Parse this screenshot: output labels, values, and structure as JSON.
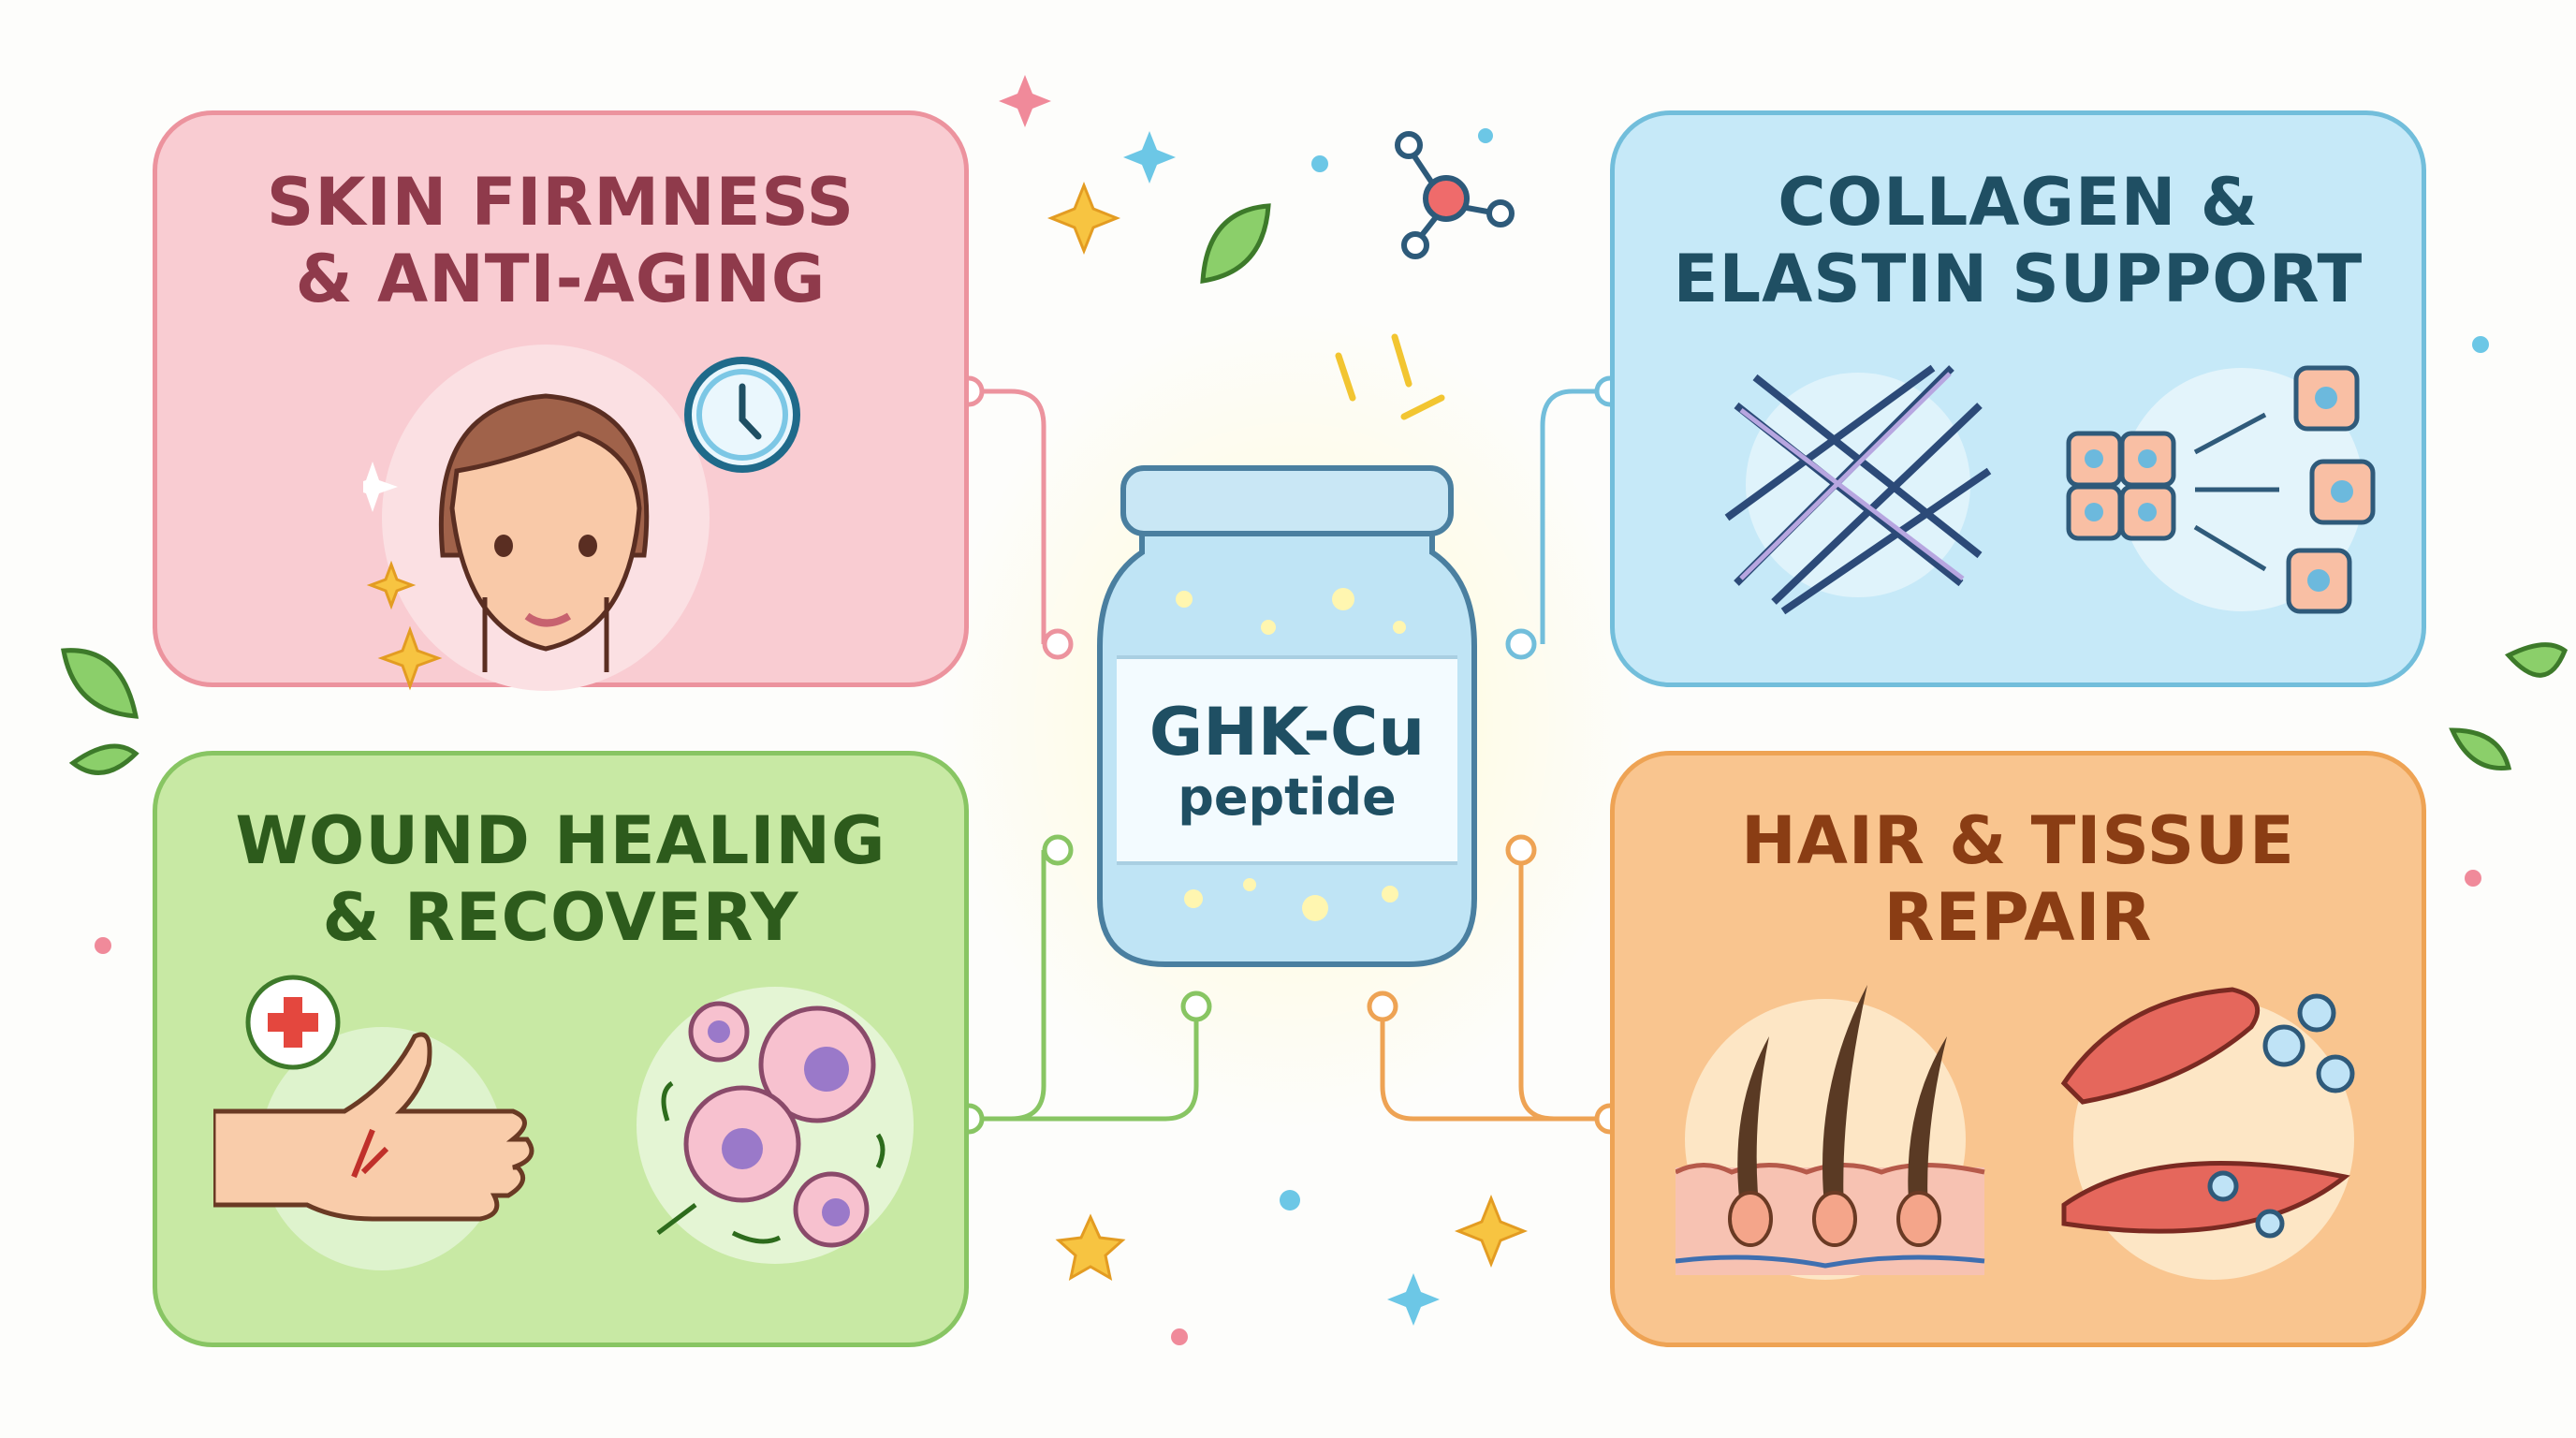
{
  "center": {
    "name": "GHK-Cu",
    "subtitle": "peptide",
    "icon": "jar-icon"
  },
  "cards": {
    "skin": {
      "title_line1": "SKIN FIRMNESS",
      "title_line2": "& ANTI-AGING",
      "icons": [
        "face-icon",
        "clock-icon",
        "sparkle-icon"
      ],
      "fill": "#f9ccd2",
      "border": "#ec939e",
      "text": "#8f3a4b"
    },
    "collagen": {
      "title_line1": "COLLAGEN &",
      "title_line2": "ELASTIN SUPPORT",
      "icons": [
        "fiber-mesh-icon",
        "cell-division-icon"
      ],
      "fill": "#c6e9f8",
      "border": "#72bedb",
      "text": "#1f4f63"
    },
    "wound": {
      "title_line1": "WOUND HEALING",
      "title_line2": "& RECOVERY",
      "icons": [
        "first-aid-icon",
        "hand-wound-icon",
        "cells-cycle-icon"
      ],
      "fill": "#c8e9a4",
      "border": "#88c563",
      "text": "#2d5b1c"
    },
    "hair": {
      "title_line1": "HAIR & TISSUE",
      "title_line2": "REPAIR",
      "icons": [
        "hair-follicle-icon",
        "muscle-tissue-icon"
      ],
      "fill": "#f9c58f",
      "border": "#eea354",
      "text": "#8a3d14"
    }
  },
  "decorations": [
    "molecule-icon",
    "leaf-icon",
    "star-icon"
  ]
}
